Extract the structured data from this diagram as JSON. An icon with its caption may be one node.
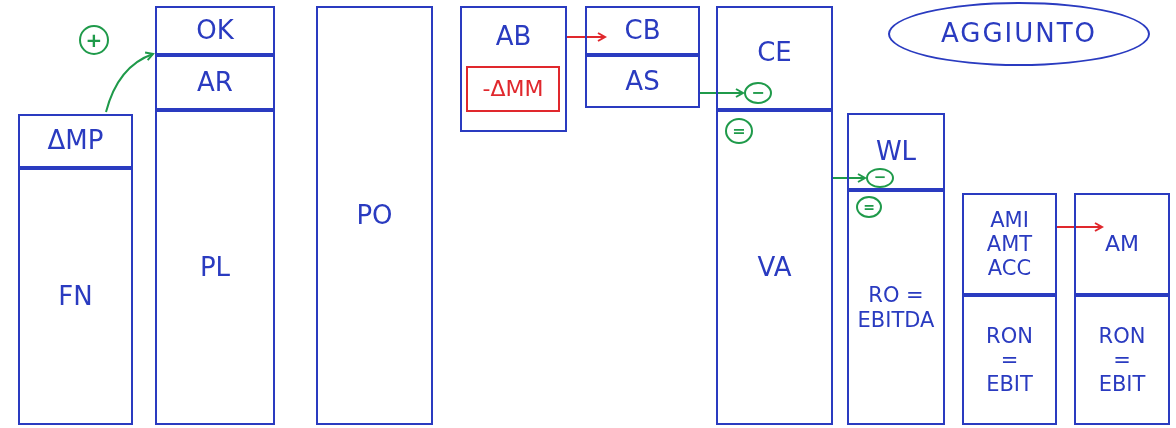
{
  "diagram": {
    "nodes": [
      {
        "text": [
          "ΔMP"
        ]
      },
      {
        "text": [
          "FN"
        ]
      },
      {
        "text": [
          "OK"
        ]
      },
      {
        "text": [
          "AR"
        ]
      },
      {
        "text": [
          "PL"
        ]
      },
      {
        "text": [
          "PO"
        ]
      },
      {
        "text": [
          "AB"
        ]
      },
      {
        "text": [
          "-ΔMM"
        ],
        "in": 6
      },
      {
        "text": [
          "CB"
        ]
      },
      {
        "text": [
          "AS"
        ]
      },
      {
        "text": [
          "CE"
        ]
      },
      {
        "text": [
          "−"
        ],
        "in": 10
      },
      {
        "text": [
          "VA"
        ]
      },
      {
        "text": [
          "="
        ],
        "in": 12
      },
      {
        "text": [
          "WL"
        ]
      },
      {
        "text": [
          "−"
        ],
        "in": 14
      },
      {
        "text": [
          "RO = EBITDA"
        ]
      },
      {
        "text": [
          "="
        ],
        "in": 16
      },
      {
        "text": [
          "AMI AMT ACC"
        ]
      },
      {
        "text": [
          "RON = EBIT"
        ]
      },
      {
        "text": [
          "AM"
        ]
      },
      {
        "text": [
          "RON = EBIT"
        ]
      },
      {
        "text": [
          "AGGIUNTO"
        ]
      }
    ],
    "edges": [
      {
        "from": 0,
        "to": 2,
        "arrow": "to",
        "label": "+"
      },
      {
        "from": 6,
        "to": 8,
        "arrow": "to",
        "color": "#e0282d"
      },
      {
        "from": 9,
        "to": 11,
        "arrow": "to"
      },
      {
        "from": 12,
        "to": 15,
        "arrow": "to"
      },
      {
        "from": 18,
        "to": 20,
        "arrow": "to",
        "color": "#e0282d"
      }
    ]
  }
}
